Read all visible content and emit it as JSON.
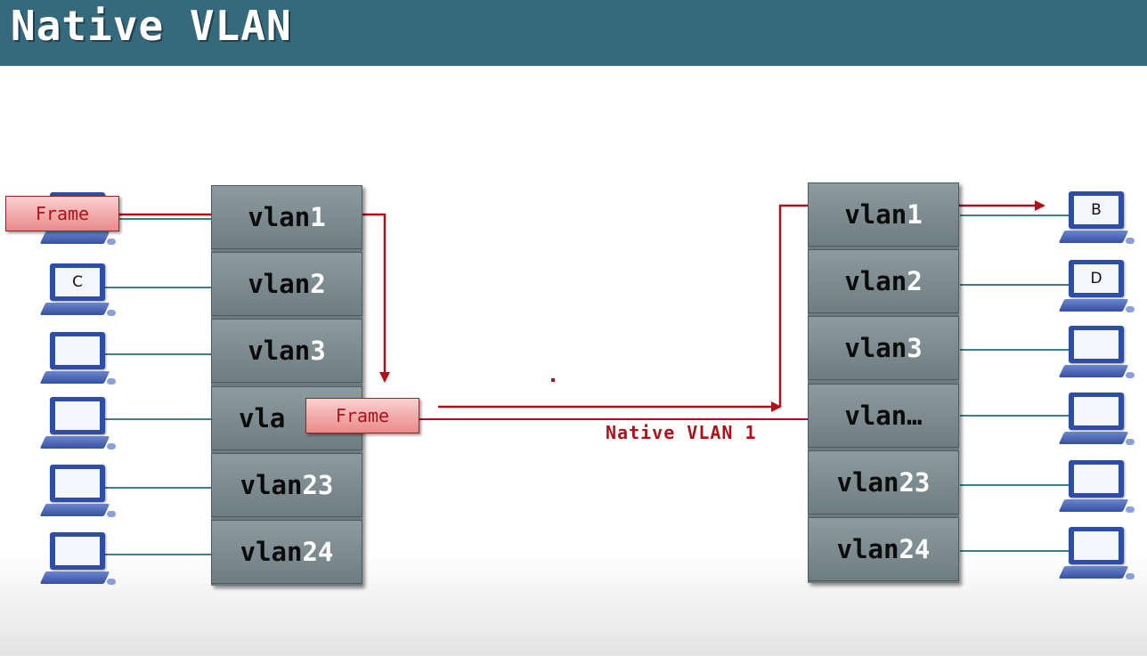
{
  "title": "Native VLAN",
  "left_switch": {
    "ports": [
      {
        "prefix": "vlan",
        "num": "1"
      },
      {
        "prefix": "vlan",
        "num": "2"
      },
      {
        "prefix": "vlan",
        "num": "3"
      },
      {
        "prefix": "vla",
        "num": ""
      },
      {
        "prefix": "vlan",
        "num": "23"
      },
      {
        "prefix": "vlan",
        "num": "24"
      }
    ]
  },
  "right_switch": {
    "ports": [
      {
        "prefix": "vlan",
        "num": "1"
      },
      {
        "prefix": "vlan",
        "num": "2"
      },
      {
        "prefix": "vlan",
        "num": "3"
      },
      {
        "prefix": "vlan…",
        "num": ""
      },
      {
        "prefix": "vlan",
        "num": "23"
      },
      {
        "prefix": "vlan",
        "num": "24"
      }
    ]
  },
  "left_hosts": [
    "",
    "C",
    "",
    "",
    "",
    ""
  ],
  "right_hosts": [
    "B",
    "D",
    "",
    "",
    "",
    ""
  ],
  "frame_label": "Frame",
  "frame_label_2": "Frame",
  "native_label": "Native VLAN 1",
  "colors": {
    "title_bar": "#356a7d",
    "switch": "#7b8a8f",
    "frame": "#e98a8a",
    "path": "#b0101a",
    "link": "#3d7f8e"
  },
  "icons": {
    "host": "computer-icon"
  }
}
